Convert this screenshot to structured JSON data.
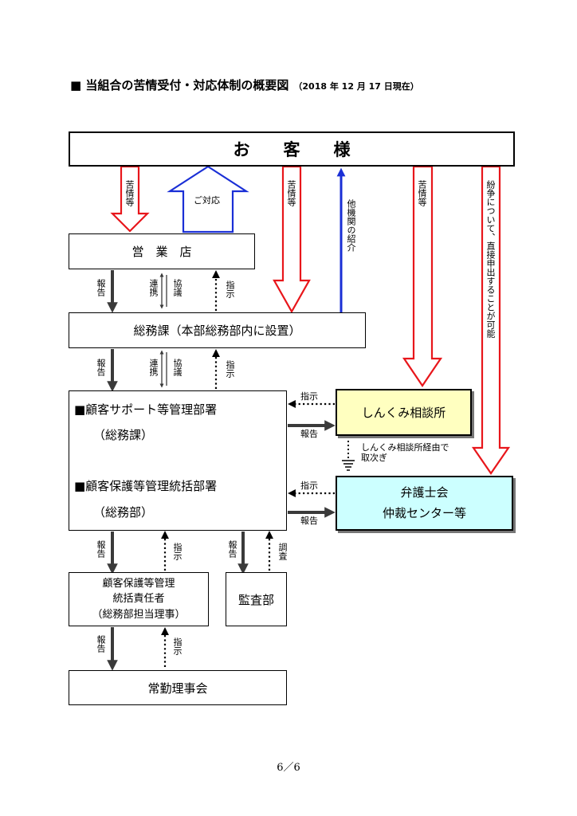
{
  "title": {
    "main": "■ 当組合の苦情受付・対応体制の概要図",
    "date": "（2018 年 12 月 17 日現在）"
  },
  "boxes": {
    "customer": "お　　客　　様",
    "branch": "営　業　店",
    "general_affairs": "総務課（本部総務部内に設置）",
    "support_dept_title": "■顧客サポート等管理部署",
    "support_dept_sub": "（総務課）",
    "protection_dept_title": "■顧客保護等管理統括部署",
    "protection_dept_sub": "（総務部）",
    "consultation": "しんくみ相談所",
    "lawyers_line1": "弁護士会",
    "lawyers_line2": "仲裁センター等",
    "officer_line1": "顧客保護等管理",
    "officer_line2": "統括責任者",
    "officer_line3": "（総務部担当理事）",
    "audit": "監査部",
    "board": "常勤理事会"
  },
  "arrow_labels": {
    "complaint": "苦情等",
    "response": "ご対応",
    "referral": "他機関の紹介",
    "dispute_direct": "紛争について、直接申出することが可能",
    "report": "報告",
    "cooperation": "連携",
    "consultation_vert": "協議",
    "instruction": "指示",
    "survey": "調査",
    "instruction_h": "指示",
    "report_h": "報告",
    "via_consultation_line1": "しんくみ相談所経由で",
    "via_consultation_line2": "取次ぎ"
  },
  "colors": {
    "complaint_arrow": "#e8161b",
    "response_arrow": "#1a2fd6",
    "referral_arrow": "#1a2fd6",
    "consultation_fill": "#ffffc0",
    "lawyers_fill": "#ccffff",
    "solid_arrow": "#3a3a3a"
  },
  "page_number": "6／6"
}
